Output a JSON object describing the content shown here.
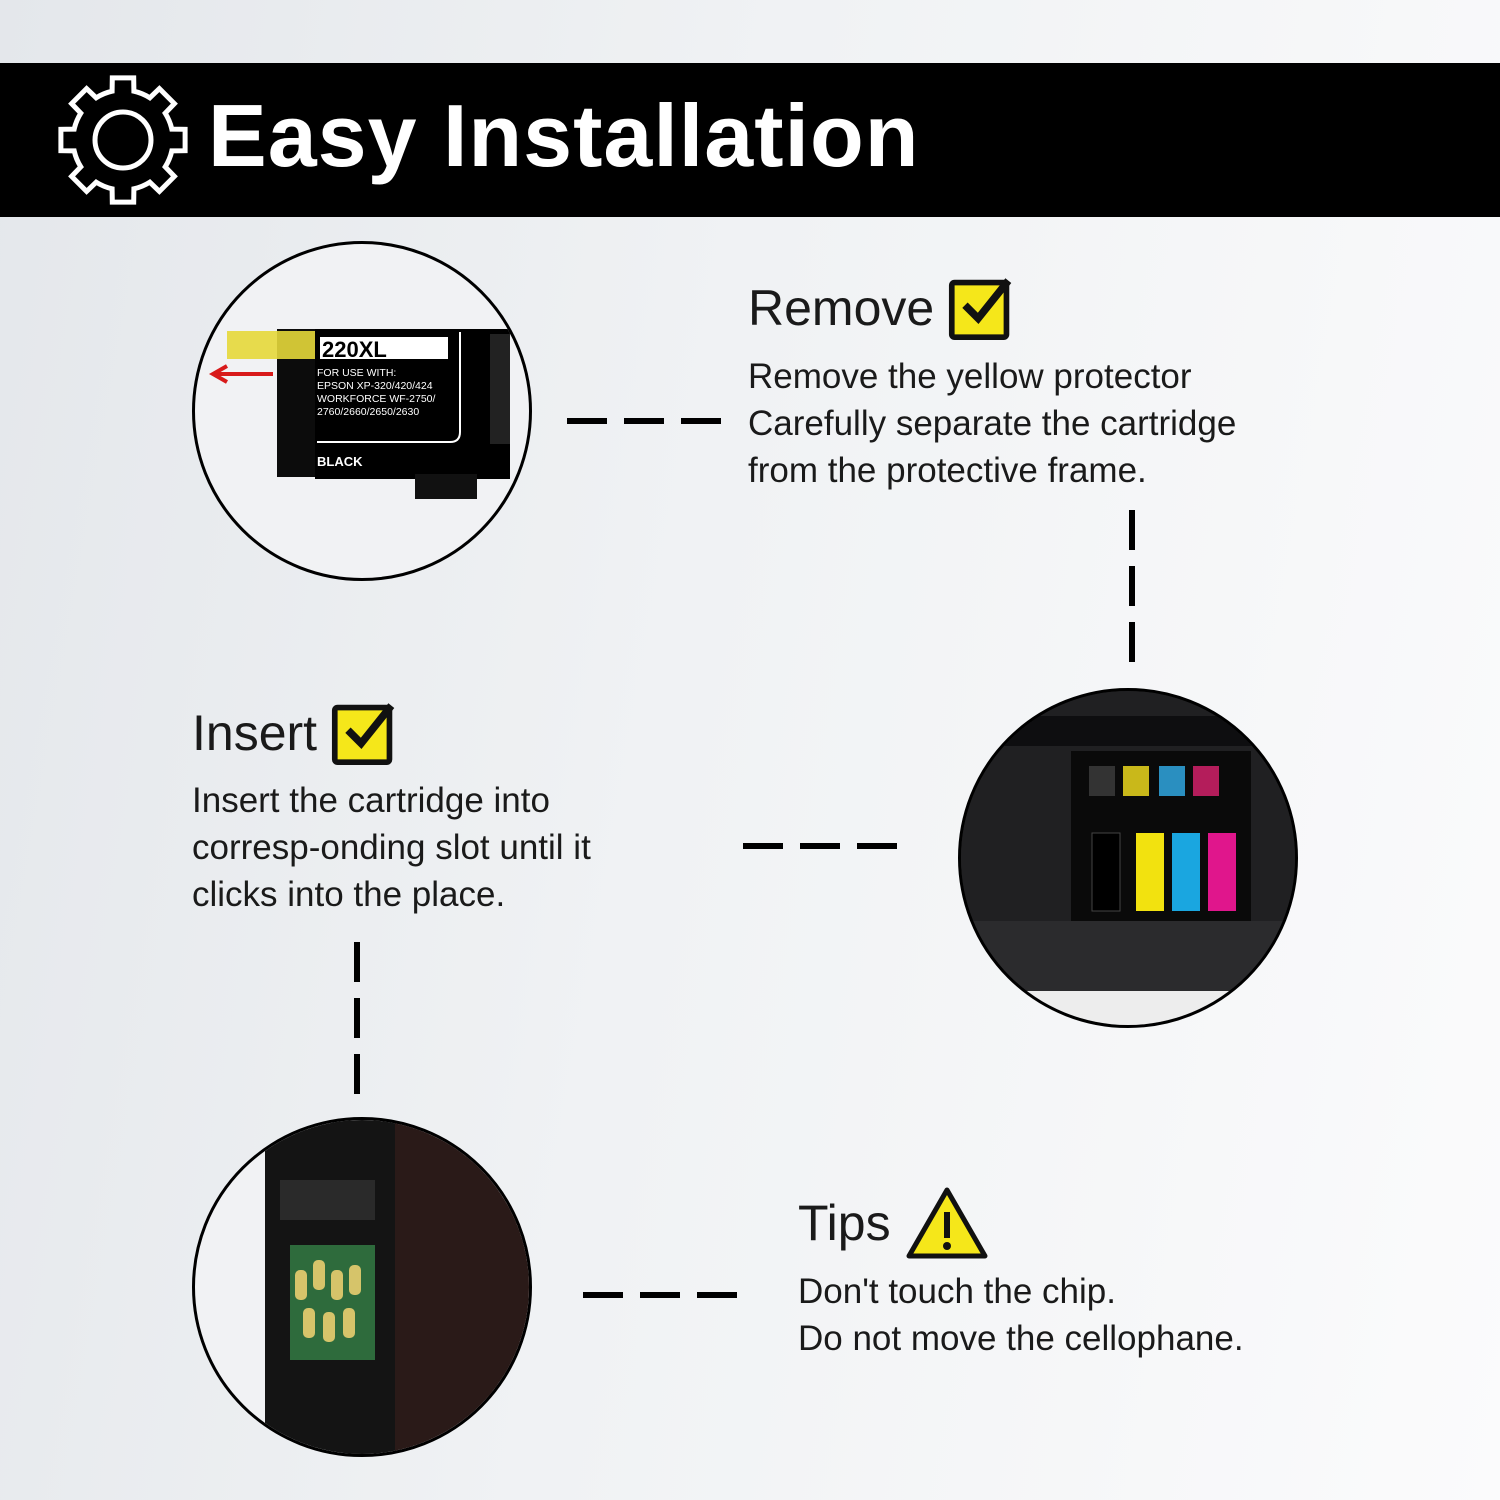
{
  "header": {
    "title": "Easy Installation",
    "icon": "gear-icon"
  },
  "steps": [
    {
      "title": "Remove",
      "icon": "checkbox-checked-icon",
      "lines": [
        "Remove the yellow protector",
        "Carefully separate the cartridge",
        "from the protective frame."
      ]
    },
    {
      "title": "Insert",
      "icon": "checkbox-checked-icon",
      "lines": [
        "Insert the cartridge into",
        "corresp-onding slot until it",
        "clicks into the place."
      ]
    },
    {
      "title": "Tips",
      "icon": "warning-triangle-icon",
      "lines": [
        "Don't touch the chip.",
        "Do not move the cellophane."
      ]
    }
  ],
  "cartridge_label": {
    "model": "220XL",
    "lines": [
      "FOR USE WITH:",
      "EPSON XP-320/420/424",
      "WORKFORCE WF-2750/",
      "2760/2660/2650/2630"
    ],
    "color": "BLACK"
  },
  "colors": {
    "banner": "#000000",
    "checkbox_fill": "#f5e71a",
    "cyan": "#1aa6e0",
    "magenta": "#e0168c",
    "yellow": "#f2e20f"
  }
}
